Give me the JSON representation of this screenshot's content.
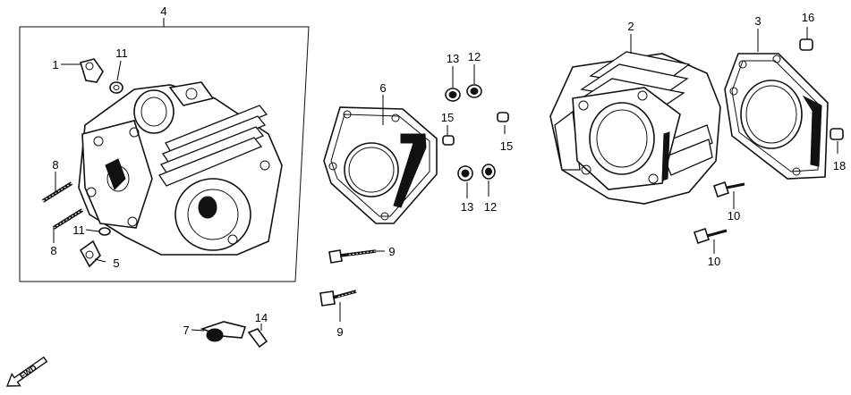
{
  "labels": {
    "p1": "1",
    "p2": "2",
    "p3": "3",
    "p4": "4",
    "p5": "5",
    "p6": "6",
    "p7": "7",
    "p8a": "8",
    "p8b": "8",
    "p9a": "9",
    "p9b": "9",
    "p10a": "10",
    "p10b": "10",
    "p11a": "11",
    "p11b": "11",
    "p12a": "12",
    "p12b": "12",
    "p13a": "13",
    "p13b": "13",
    "p14": "14",
    "p15a": "15",
    "p15b": "15",
    "p16": "16",
    "p18": "18"
  },
  "direction_marker": "FWD"
}
